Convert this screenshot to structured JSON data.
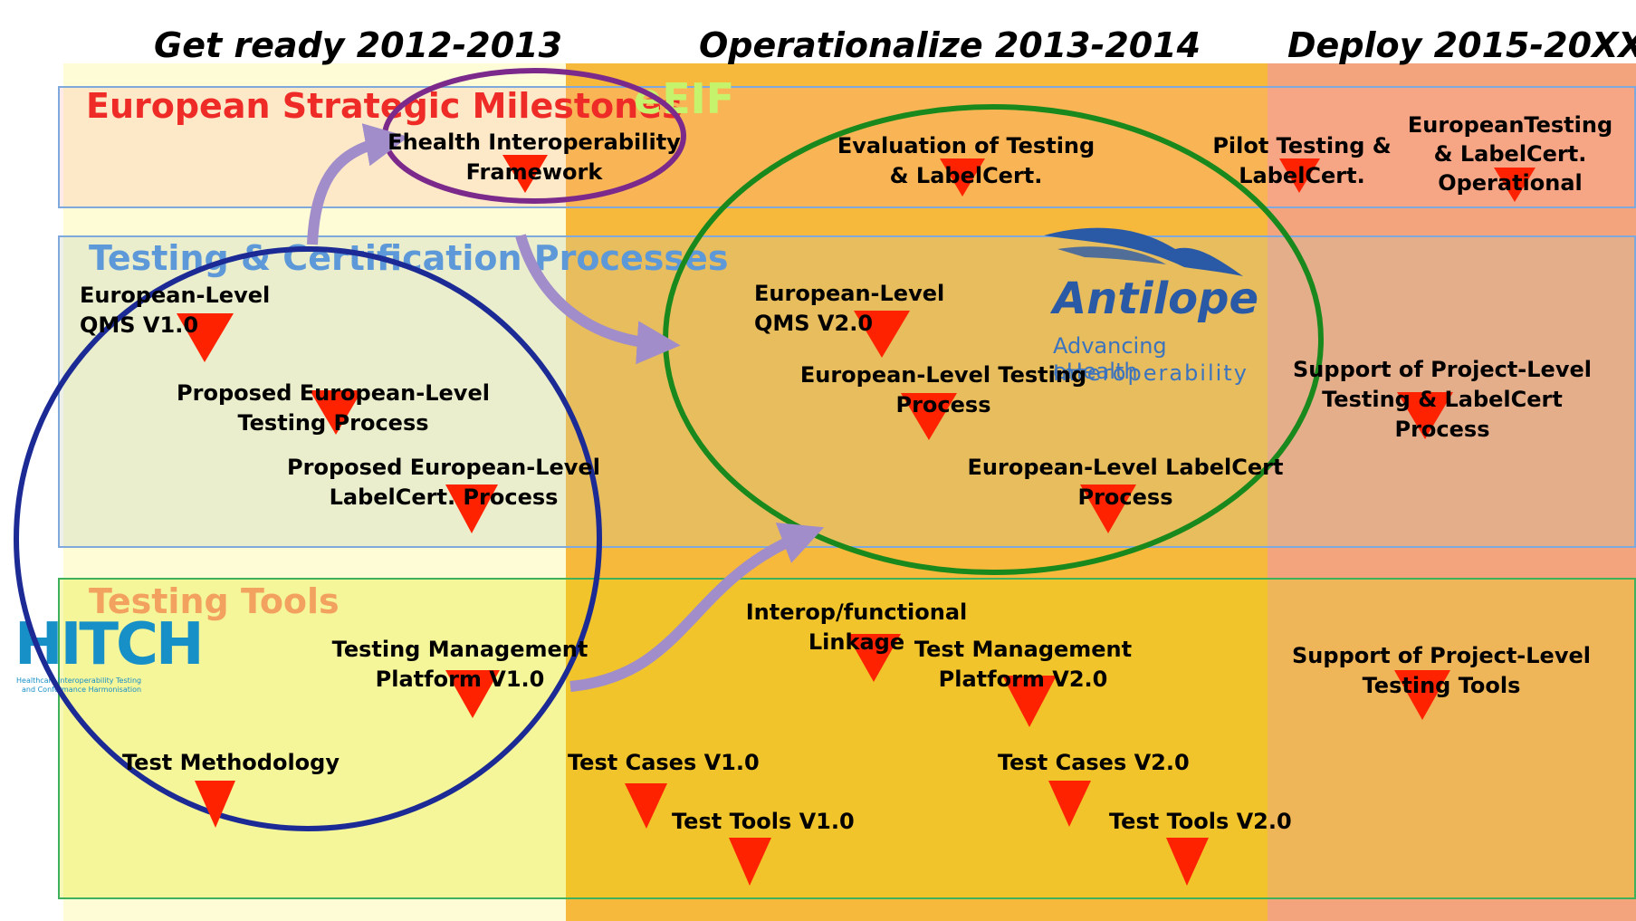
{
  "phases": [
    {
      "label": "Get ready 2012-2013",
      "color": "#fdfcd6"
    },
    {
      "label": "Operationalize 2013-2014",
      "color": "#f7b93c"
    },
    {
      "label": "Deploy 2015-20XX",
      "color": "#f3a47c"
    }
  ],
  "bands": [
    {
      "title": "European Strategic Milestones",
      "title_color": "#ee2b26"
    },
    {
      "title": "Testing & Certification Processes",
      "title_color": "#5d98d8"
    },
    {
      "title": "Testing Tools",
      "title_color": "#f2a15f"
    }
  ],
  "eeif_label": "eEIF",
  "milestones": {
    "m1": "Ehealth Interoperability\nFramework",
    "m2": "Evaluation of Testing\n& LabelCert.",
    "m3": "Pilot Testing &\nLabelCert.",
    "m4": "EuropeanTesting\n& LabelCert.\nOperational",
    "p1": "European-Level\nQMS V1.0",
    "p2": "Proposed European-Level\nTesting Process",
    "p3": "Proposed European-Level\nLabelCert. Process",
    "p4": "European-Level\nQMS V2.0",
    "p5": "European-Level Testing\nProcess",
    "p6": "European-Level LabelCert\nProcess",
    "p7": "Support of Project-Level\nTesting & LabelCert\nProcess",
    "t1": "Testing Management\nPlatform V1.0",
    "t2": "Test Methodology",
    "t3": "Test Cases V1.0",
    "t4": "Test Tools V1.0",
    "t5": "Interop/functional\nLinkage",
    "t6": "Test Management\nPlatform V2.0",
    "t7": "Test Cases V2.0",
    "t8": "Test Tools V2.0",
    "t9": "Support of Project-Level\nTesting Tools"
  },
  "antilope": {
    "name": "Antilope",
    "tagline1": "Advancing eHealth",
    "tagline2": "Interoperability",
    "color": "#2a5aa6"
  },
  "hitch": {
    "name": "HITCH",
    "tagline1": "Healthcare Interoperability Testing",
    "tagline2": "and Conformance Harmonisation",
    "color": "#1790c8"
  },
  "colors": {
    "marker": "#ff2200",
    "arrow": "#a08dca",
    "circle_purple": "#7b2a8c",
    "circle_blue": "#1b2a94",
    "circle_green": "#19891d"
  }
}
